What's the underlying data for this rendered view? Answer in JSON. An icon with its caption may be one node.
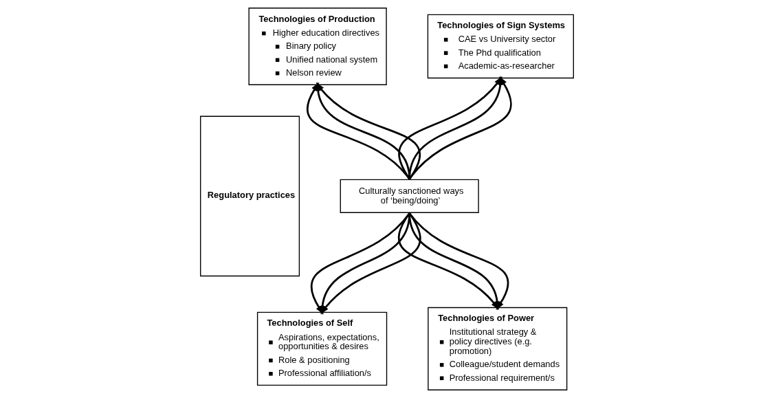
{
  "diagram": {
    "nodes": [
      {
        "text": [
          "Regulatory practices"
        ]
      },
      {
        "text": [
          "Technologies of Production",
          "Higher education directives",
          "Binary policy",
          "Unified national system",
          "Nelson review"
        ]
      },
      {
        "text": [
          "Technologies of Sign Systems",
          "CAE vs University sector",
          "The Phd qualification",
          "Academic-as-researcher"
        ]
      },
      {
        "text": [
          "Culturally sanctioned ways of ‘being/doing’"
        ]
      },
      {
        "text": [
          "Technologies of Self",
          "Aspirations, expectations, opportunities & desires",
          "Role & positioning",
          "Professional affiliation/s"
        ]
      },
      {
        "text": [
          "Technologies of Power",
          "Institutional strategy & policy directives (e.g. promotion)",
          "Colleague/student demands",
          "Professional requirement/s"
        ]
      }
    ],
    "edges": [
      {
        "from": 3,
        "to": 1,
        "arrow": "to"
      },
      {
        "from": 3,
        "to": 1,
        "arrow": "to"
      },
      {
        "from": 3,
        "to": 1,
        "arrow": "to"
      },
      {
        "from": 3,
        "to": 2,
        "arrow": "to"
      },
      {
        "from": 3,
        "to": 2,
        "arrow": "to"
      },
      {
        "from": 3,
        "to": 2,
        "arrow": "to"
      },
      {
        "from": 3,
        "to": 4,
        "arrow": "to"
      },
      {
        "from": 3,
        "to": 4,
        "arrow": "to"
      },
      {
        "from": 3,
        "to": 4,
        "arrow": "to"
      },
      {
        "from": 3,
        "to": 5,
        "arrow": "to"
      },
      {
        "from": 3,
        "to": 5,
        "arrow": "to"
      },
      {
        "from": 3,
        "to": 5,
        "arrow": "to"
      }
    ]
  }
}
